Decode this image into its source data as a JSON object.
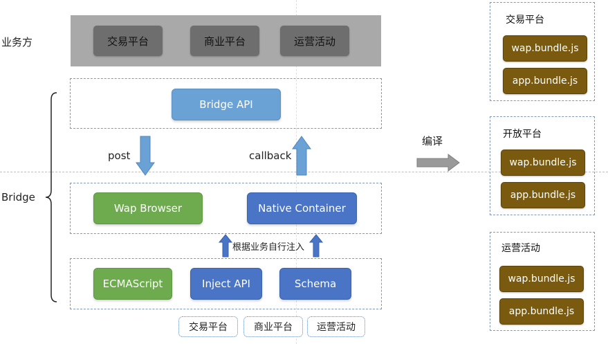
{
  "business_side": {
    "label": "业务方",
    "platforms": [
      "交易平台",
      "商业平台",
      "运营活动"
    ]
  },
  "bridge": {
    "label": "Bridge",
    "api": "Bridge API",
    "post": "post",
    "callback": "callback",
    "wap_browser": "Wap Browser",
    "native_container": "Native Container",
    "inject_note": "根据业务自行注入",
    "ecmascript": "ECMAScript",
    "inject_api": "Inject API",
    "schema": "Schema"
  },
  "bottom_chips": [
    "交易平台",
    "商业平台",
    "运营活动"
  ],
  "compile_label": "编译",
  "panels": [
    {
      "title": "交易平台",
      "bundles": [
        "wap.bundle.js",
        "app.bundle.js"
      ]
    },
    {
      "title": "开放平台",
      "bundles": [
        "wap.bundle.js",
        "app.bundle.js"
      ]
    },
    {
      "title": "运营活动",
      "bundles": [
        "wap.bundle.js",
        "app.bundle.js"
      ]
    }
  ],
  "colors": {
    "gray_band": "#a9a9a9",
    "gray_button": "#6e6e6e",
    "light_blue": "#6aa2d6",
    "blue": "#4a74c6",
    "green": "#6eab4f",
    "bundle": "#7a5a0e",
    "dashed_border": "#7f98b8"
  }
}
